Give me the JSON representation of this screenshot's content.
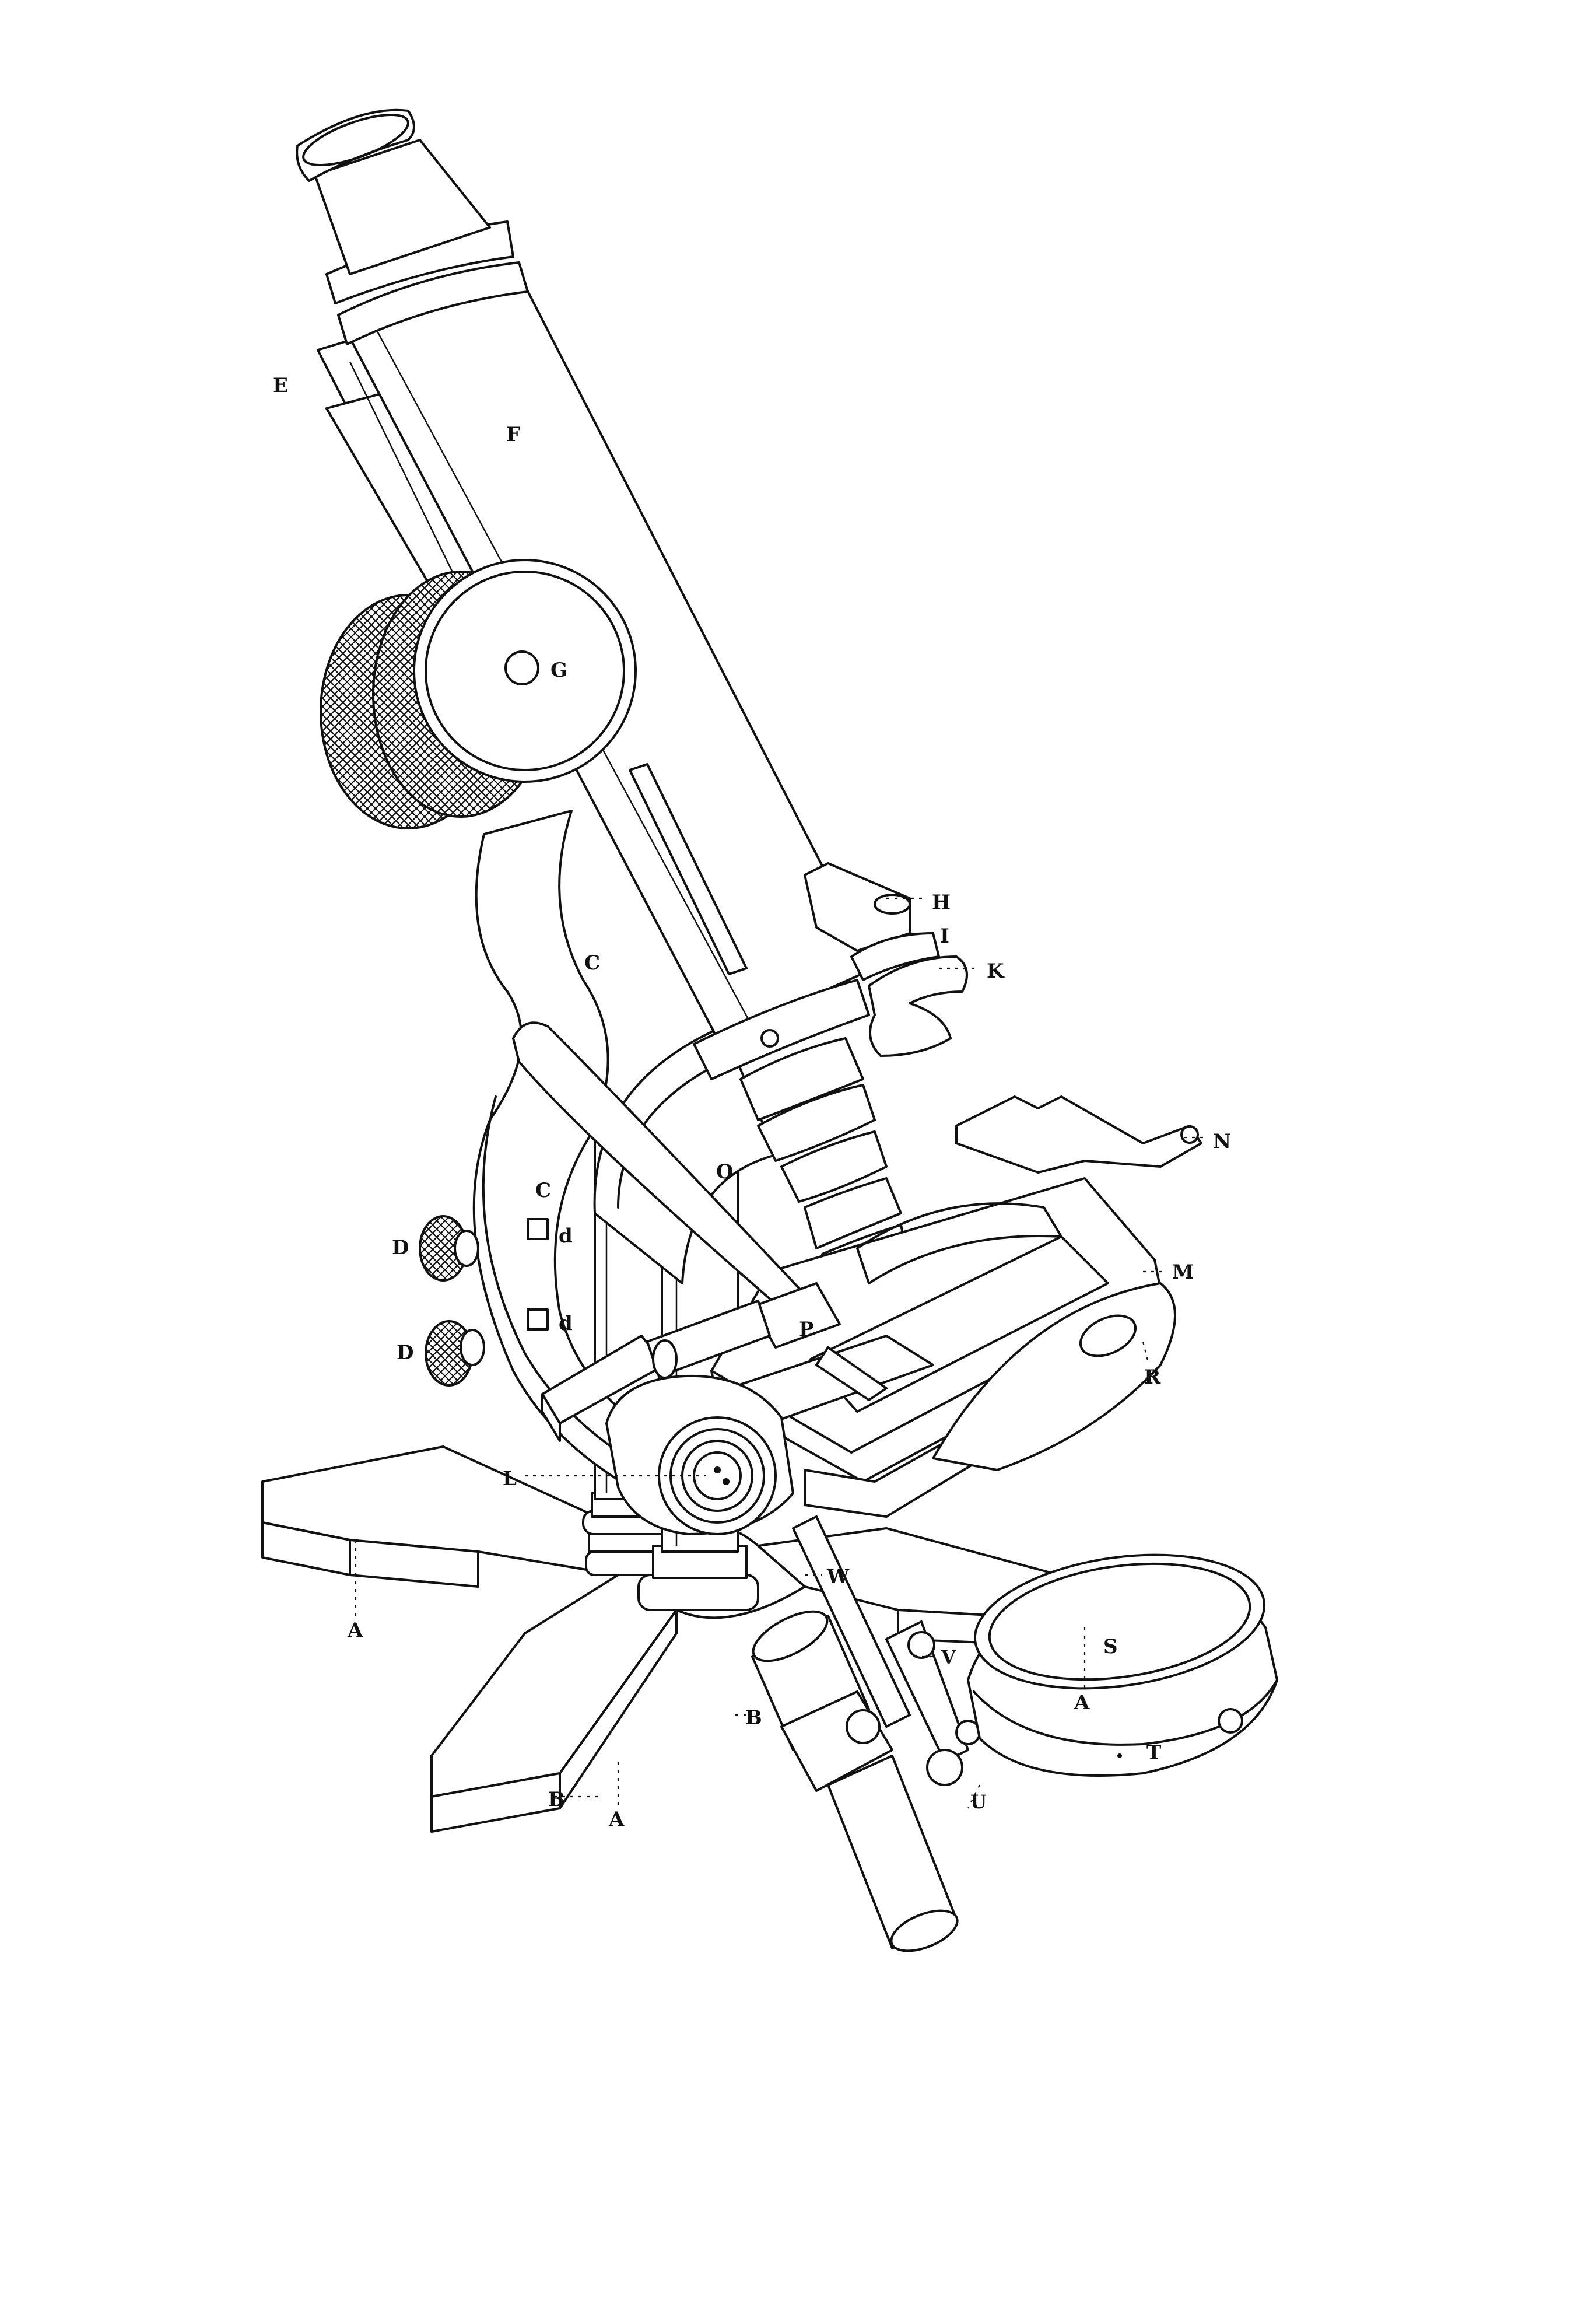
{
  "figure": {
    "labels": {
      "A": "A",
      "B": "B",
      "C": "C",
      "D": "D",
      "d": "d",
      "E": "E",
      "F": "F",
      "G": "G",
      "H": "H",
      "I": "I",
      "K": "K",
      "L": "L",
      "M": "M",
      "N": "N",
      "O": "O",
      "P": "P",
      "R": "R",
      "S": "S",
      "T": "T",
      "U": "U",
      "V": "V",
      "W": "W"
    },
    "colors": {
      "ink": "#111111",
      "paper": "#ffffff"
    }
  }
}
